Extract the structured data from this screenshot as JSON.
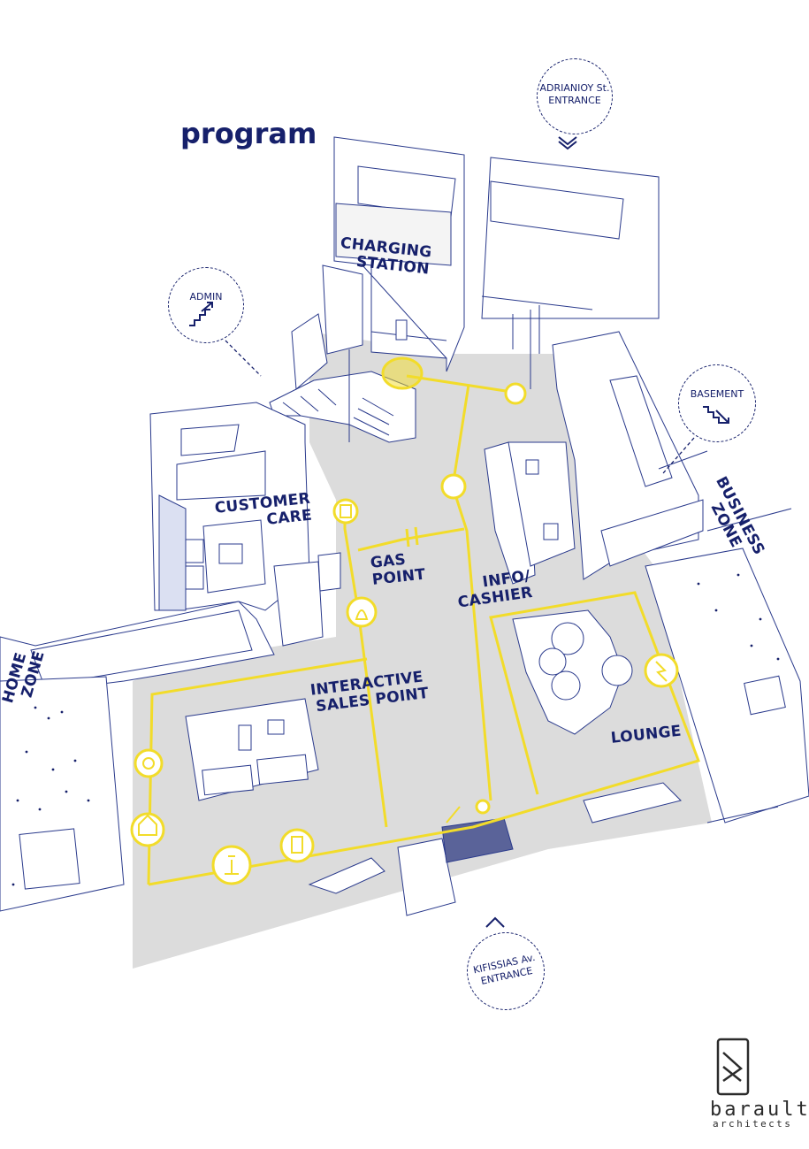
{
  "title": "program",
  "colors": {
    "navy": "#16206b",
    "yellow": "#f2dc2a",
    "floor": "#dcdcdc",
    "line": "#2a3a8c"
  },
  "entrances": {
    "top": {
      "line1": "ADRIANIOY St.",
      "line2": "ENTRANCE"
    },
    "bottom": {
      "line1": "KIFISSIAS Av.",
      "line2": "ENTRANCE"
    }
  },
  "badges": {
    "admin": "ADMIN",
    "basement": "BASEMENT"
  },
  "zones": {
    "charging_1": "CHARGING",
    "charging_2": "STATION",
    "customer_1": "CUSTOMER",
    "customer_2": "CARE",
    "gas_1": "GAS",
    "gas_2": "POINT",
    "info_1": "INFO/",
    "info_2": "CASHIER",
    "interactive_1": "INTERACTIVE",
    "interactive_2": "SALES POINT",
    "lounge": "LOUNGE",
    "business_1": "BUSINESS",
    "business_2": "ZONE",
    "home_1": "HOME",
    "home_2": "ZONE"
  },
  "icons": [
    "stairs-up-icon",
    "stairs-down-icon",
    "plug-icon",
    "smiley-icon",
    "receipt-icon",
    "flame-icon",
    "lightning-icon",
    "power-icon",
    "house-icon",
    "stamp-icon",
    "document-icon",
    "switch-icon",
    "fuel-icon"
  ],
  "logo": {
    "name": "barault",
    "sub": "architects"
  }
}
